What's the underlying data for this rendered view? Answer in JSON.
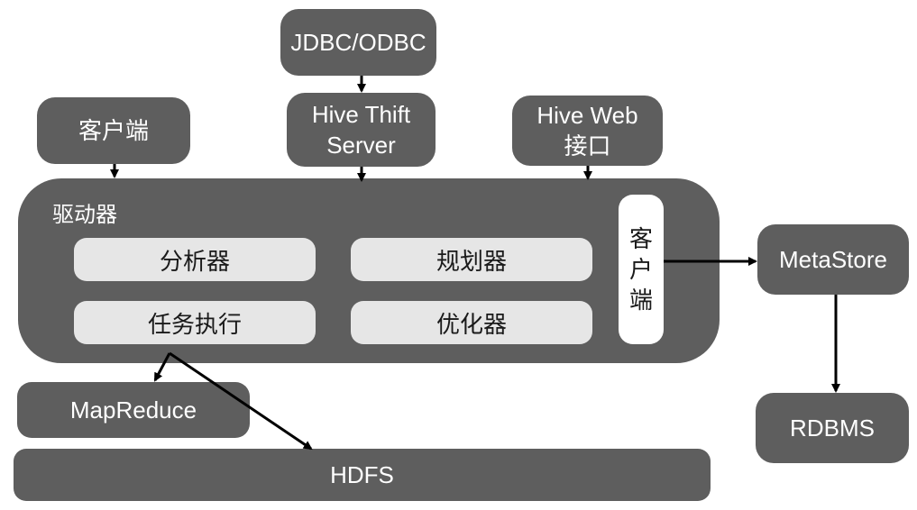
{
  "nodes": {
    "jdbc": "JDBC/ODBC",
    "client_left": "客户端",
    "thrift_line1": "Hive Thift",
    "thrift_line2": "Server",
    "web_line1": "Hive Web",
    "web_line2": "接口",
    "driver": "驱动器",
    "analyzer": "分析器",
    "planner": "规划器",
    "task_exec": "任务执行",
    "optimizer": "优化器",
    "client_inner_1": "客",
    "client_inner_2": "户",
    "client_inner_3": "端",
    "metastore": "MetaStore",
    "rdbms": "RDBMS",
    "mapreduce": "MapReduce",
    "hdfs": "HDFS"
  },
  "colors": {
    "box": "#5e5e5e",
    "inner": "#e6e6e6",
    "arrow": "#000000"
  }
}
